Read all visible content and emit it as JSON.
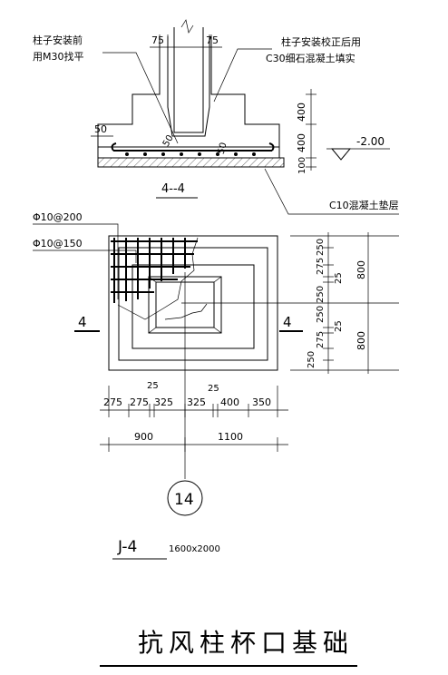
{
  "section": {
    "label_left_1": "柱子安装前",
    "label_left_2": "用M30找平",
    "label_right_1": "柱子安装校正后用",
    "label_right_2": "C30细石混凝土填实",
    "dim_top_left": "75",
    "dim_top_right": "75",
    "dim_50_left": "50",
    "dim_50_a": "50",
    "dim_50_b": "50",
    "dim_400_top": "400",
    "dim_400_mid": "400",
    "dim_100": "100",
    "elevation": "-2.00",
    "pad_label": "C10混凝土垫层",
    "title": "4--4"
  },
  "plan": {
    "rebar_1": "Φ10@200",
    "rebar_2": "Φ10@150",
    "cut_left": "4",
    "cut_right": "4",
    "dims_bottom_row1": [
      "275",
      "275",
      "325",
      "325",
      "400",
      "350"
    ],
    "dim_25_a": "25",
    "dim_25_b": "25",
    "dims_bottom_row2": [
      "900",
      "1100"
    ],
    "dims_right_inner": [
      "250",
      "275",
      "25",
      "250",
      "250",
      "25",
      "275",
      "250"
    ],
    "dims_right_outer": [
      "800",
      "800"
    ],
    "axis_label": "14",
    "title": "J-4",
    "size": "1600x2000"
  },
  "page_title": "抗风柱杯口基础"
}
